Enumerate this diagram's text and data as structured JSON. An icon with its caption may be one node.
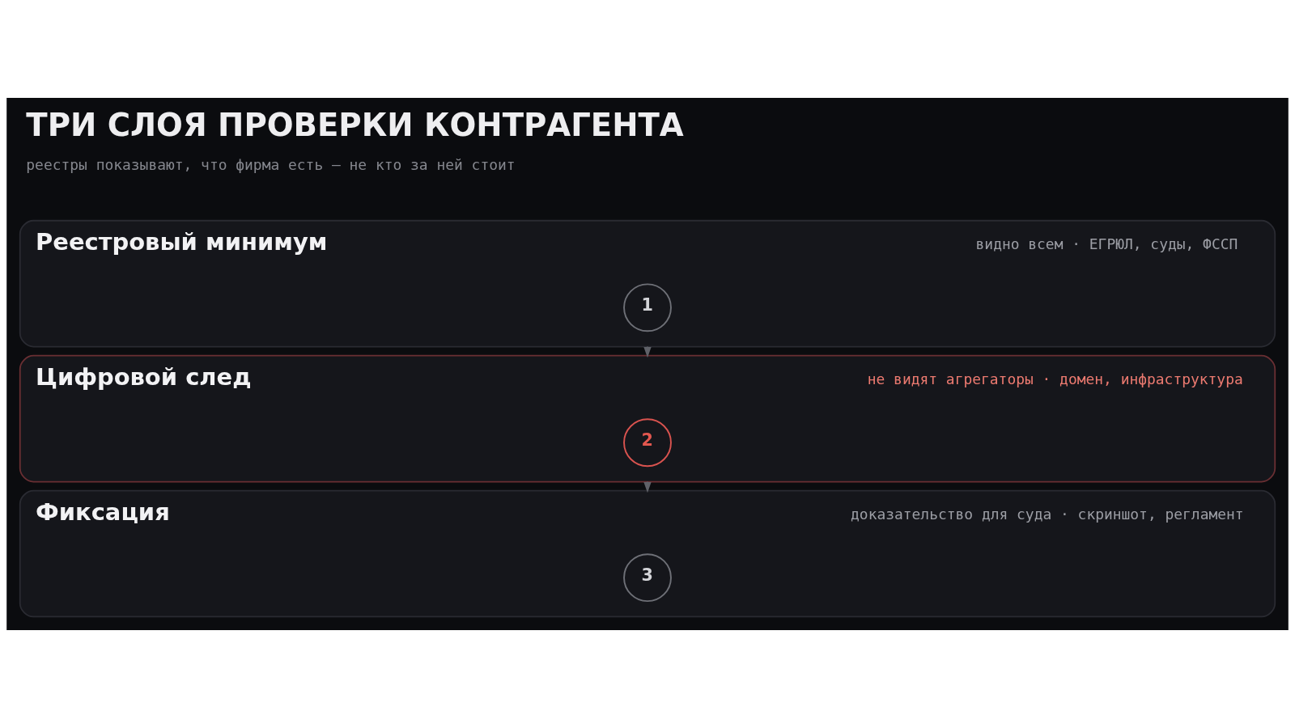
{
  "diagram": {
    "title": "ТРИ СЛОЯ ПРОВЕРКИ КОНТРАГЕНТА",
    "caption": "реестры показывают, что фирма есть — не кто за ней стоит",
    "nodes": [
      {
        "text": [
          "Реестровый минимум",
          "видно всем · ЕГРЮЛ, суды, ФССП"
        ]
      },
      {
        "text": [
          "1"
        ],
        "in": 0
      },
      {
        "text": [
          "Цифровой след",
          "не видят агрегаторы · домен, инфраструктура"
        ]
      },
      {
        "text": [
          "2"
        ],
        "in": 2
      },
      {
        "text": [
          "Фиксация",
          "доказательство для суда · скриншот, регламент"
        ]
      },
      {
        "text": [
          "3"
        ],
        "in": 4
      }
    ],
    "edges": [
      {
        "from": 0,
        "to": 2,
        "arrow": "to"
      },
      {
        "from": 2,
        "to": 4,
        "arrow": "to"
      }
    ]
  }
}
